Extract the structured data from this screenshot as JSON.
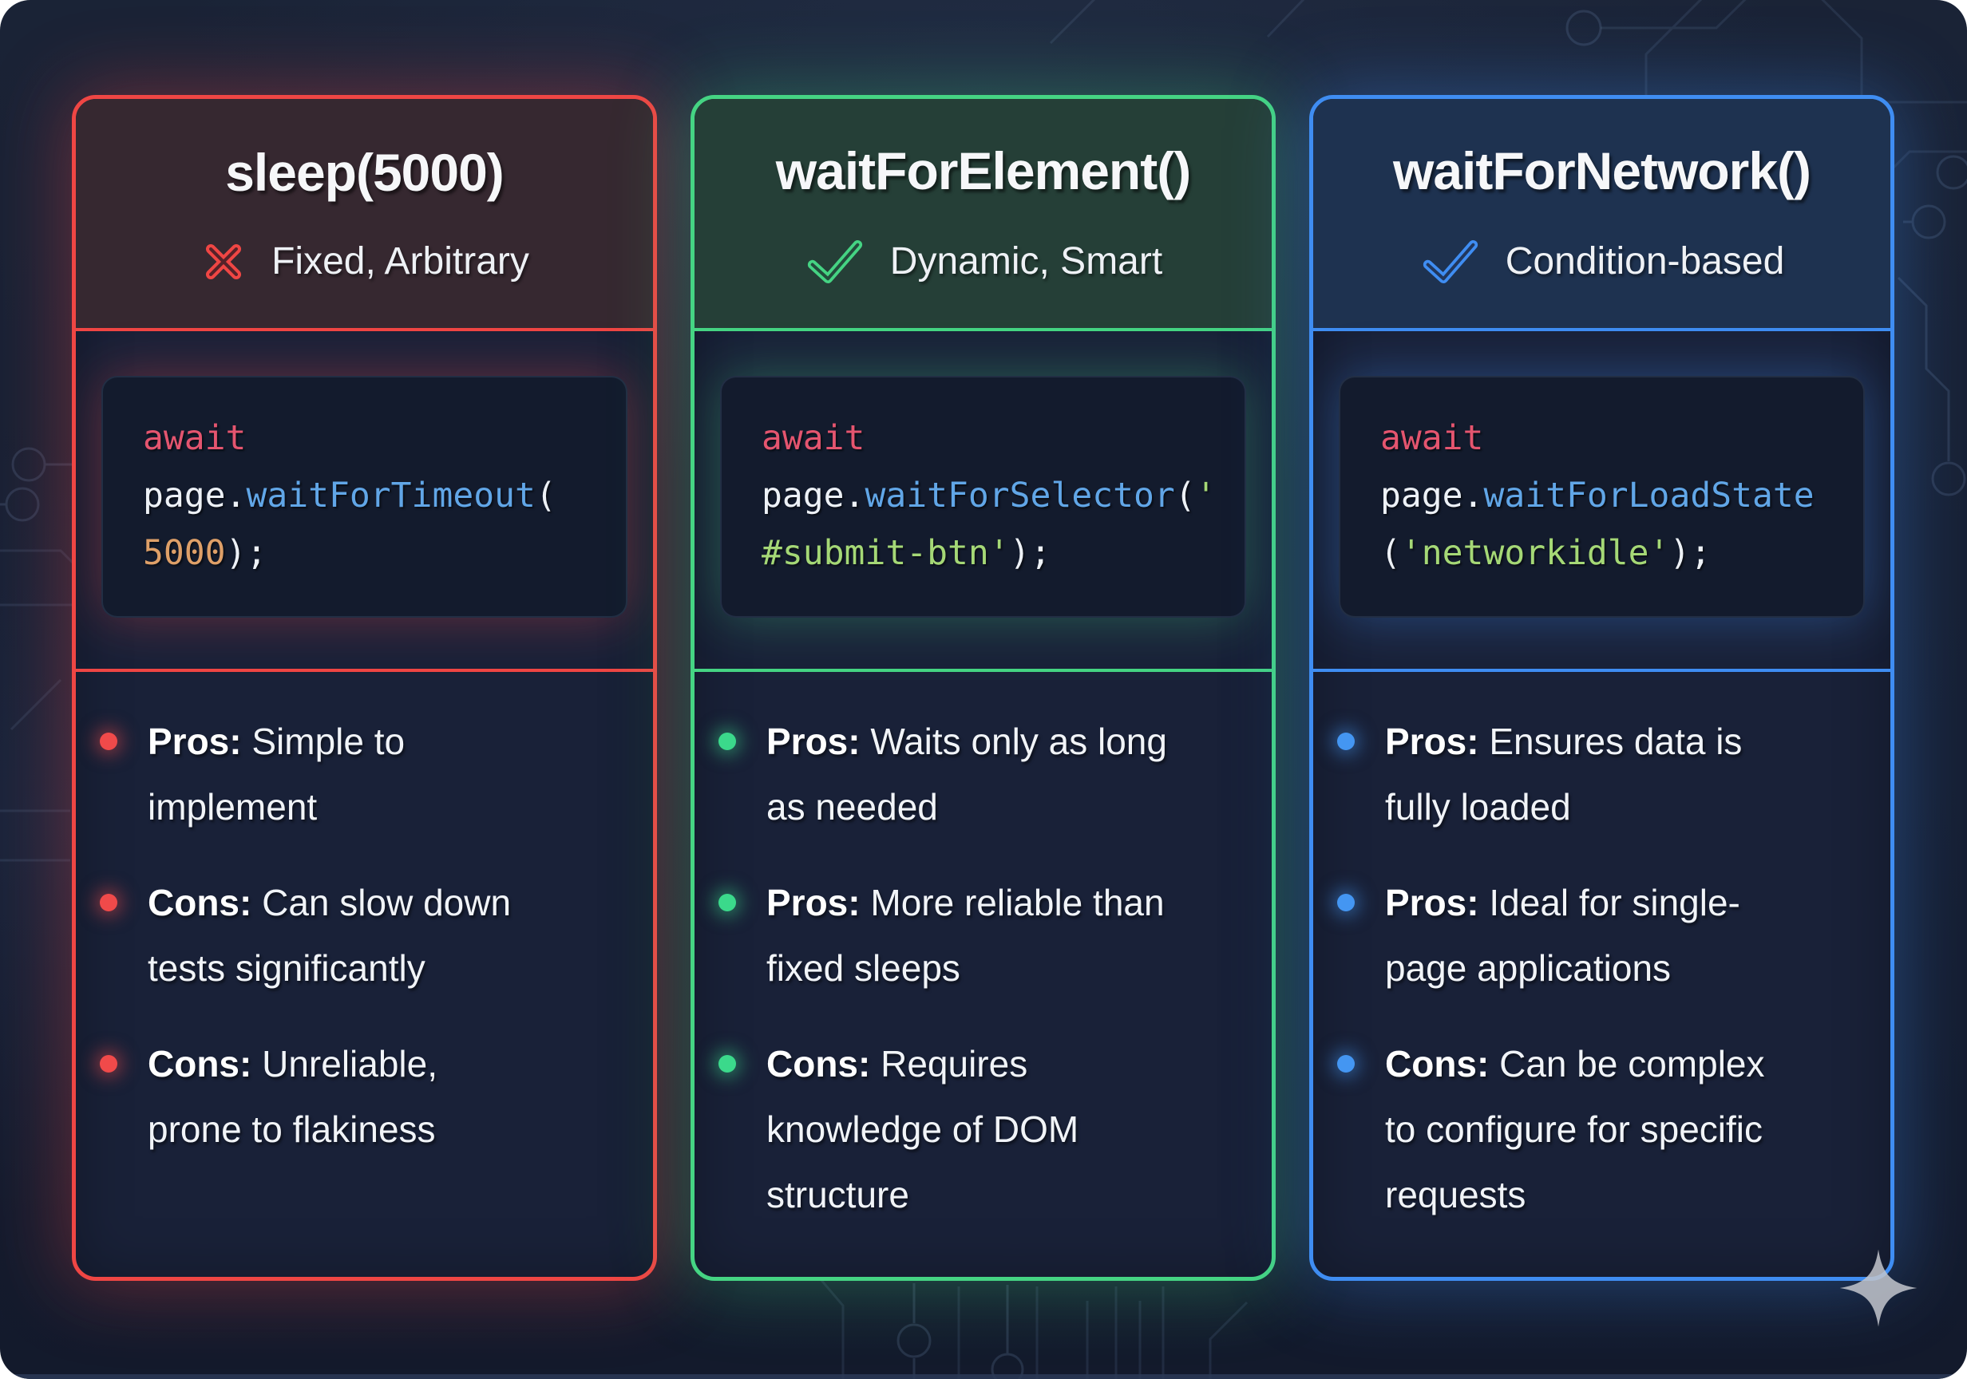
{
  "cards": [
    {
      "title": "sleep(5000)",
      "subtitle": "Fixed, Arbitrary",
      "status_icon": "x-icon",
      "accent": "#ef4644",
      "accent_glow": "rgba(239,70,68,0.36)",
      "header_bg": "#362830",
      "bullet_color": "#f04a4a",
      "bullet_glow": "rgba(240,74,74,0.5)",
      "code_lines": [
        [
          {
            "t": "keyword",
            "v": "await"
          }
        ],
        [
          {
            "t": "plain",
            "v": "page."
          },
          {
            "t": "method",
            "v": "waitForTimeout"
          },
          {
            "t": "plain",
            "v": "("
          }
        ],
        [
          {
            "t": "number",
            "v": "5000"
          },
          {
            "t": "plain",
            "v": ");"
          }
        ]
      ],
      "items": [
        {
          "label": "Pros:",
          "lines": [
            "Simple to",
            "implement"
          ]
        },
        {
          "label": "Cons:",
          "lines": [
            "Can slow down",
            "tests significantly"
          ]
        },
        {
          "label": "Cons:",
          "lines": [
            "Unreliable,",
            "prone to flakiness"
          ]
        }
      ]
    },
    {
      "title": "waitForElement()",
      "subtitle": "Dynamic, Smart",
      "status_icon": "check-icon",
      "accent": "#45d483",
      "accent_glow": "rgba(69,212,131,0.33)",
      "header_bg": "#253f37",
      "bullet_color": "#3bd98b",
      "bullet_glow": "rgba(59,217,139,0.5)",
      "code_lines": [
        [
          {
            "t": "keyword",
            "v": "await"
          }
        ],
        [
          {
            "t": "plain",
            "v": "page."
          },
          {
            "t": "method",
            "v": "waitForSelector"
          },
          {
            "t": "plain",
            "v": "("
          },
          {
            "t": "string",
            "v": "'"
          }
        ],
        [
          {
            "t": "string",
            "v": "#submit-btn'"
          },
          {
            "t": "plain",
            "v": ");"
          }
        ]
      ],
      "items": [
        {
          "label": "Pros:",
          "lines": [
            "Waits only as long",
            "as needed"
          ]
        },
        {
          "label": "Pros:",
          "lines": [
            "More reliable than",
            "fixed sleeps"
          ]
        },
        {
          "label": "Cons:",
          "lines": [
            "Requires",
            "knowledge of DOM",
            "structure"
          ]
        }
      ]
    },
    {
      "title": "waitForNetwork()",
      "subtitle": "Condition-based",
      "status_icon": "check-icon",
      "accent": "#3f8df2",
      "accent_glow": "rgba(63,141,242,0.36)",
      "header_bg": "#1e3250",
      "bullet_color": "#4496f2",
      "bullet_glow": "rgba(68,150,242,0.5)",
      "code_lines": [
        [
          {
            "t": "keyword",
            "v": "await"
          }
        ],
        [
          {
            "t": "plain",
            "v": "page."
          },
          {
            "t": "method",
            "v": "waitForLoadState"
          }
        ],
        [
          {
            "t": "plain",
            "v": "("
          },
          {
            "t": "string",
            "v": "'networkidle'"
          },
          {
            "t": "plain",
            "v": ");"
          }
        ]
      ],
      "items": [
        {
          "label": "Pros:",
          "lines": [
            "Ensures data is",
            "fully loaded"
          ]
        },
        {
          "label": "Pros:",
          "lines": [
            "Ideal for single-",
            "page applications"
          ]
        },
        {
          "label": "Cons:",
          "lines": [
            "Can be complex",
            "to configure for specific",
            "requests"
          ]
        }
      ]
    }
  ],
  "code_palette": {
    "keyword": "#e4556f",
    "plain": "#edf1f6",
    "method": "#61a6e7",
    "number": "#dfa068",
    "string": "#a5d876"
  },
  "background": {
    "base": "#161f33",
    "trace_color": "#6e87ad",
    "bottom_strip_color": "#2b3a57"
  },
  "decor": {
    "sparkle_icon": "four-point-star",
    "sparkle_color": "#c3c6cd"
  }
}
